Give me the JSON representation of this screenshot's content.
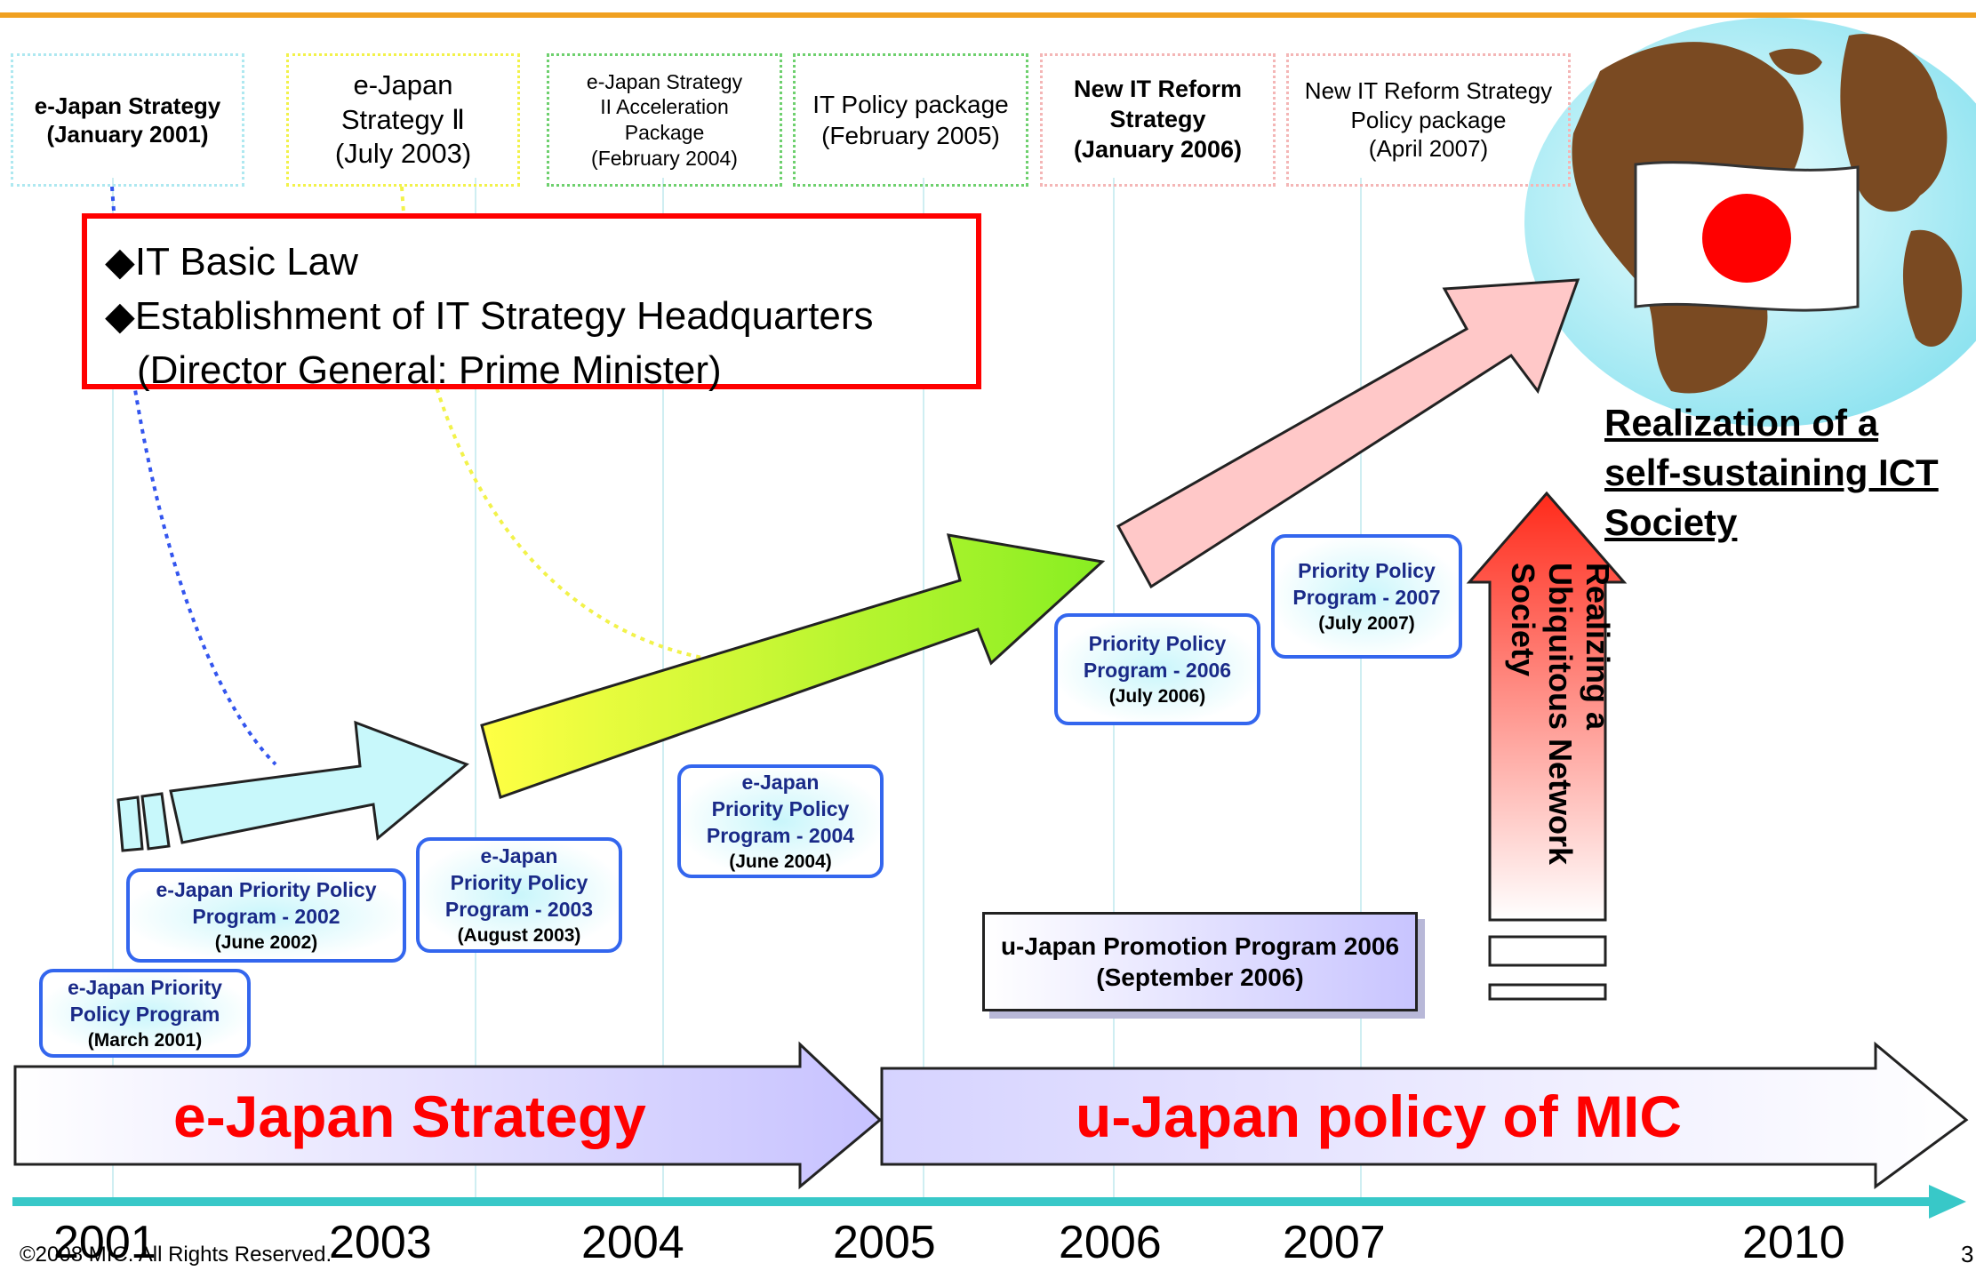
{
  "strategies": [
    {
      "lines": [
        "e-Japan Strategy",
        "(January 2001)"
      ],
      "bold": true
    },
    {
      "lines": [
        "e-Japan",
        "Strategy Ⅱ",
        "(July 2003)"
      ],
      "bold": false
    },
    {
      "lines": [
        "e-Japan Strategy",
        "II Acceleration",
        "Package",
        "(February 2004)"
      ],
      "bold": false
    },
    {
      "lines": [
        "IT Policy package",
        "(February 2005)"
      ],
      "bold": false
    },
    {
      "lines": [
        "New IT Reform",
        "Strategy",
        "(January 2006)"
      ],
      "bold": true
    },
    {
      "lines": [
        "New IT Reform Strategy",
        "Policy package",
        "(April 2007)"
      ],
      "bold": false
    }
  ],
  "colors": {
    "accent_orange": "#f0a020",
    "law_border": "#ff0000",
    "program_border": "#3366ee",
    "band_text": "#ff0000",
    "timeline": "#38c8c8"
  },
  "law_box": {
    "line1": "◆IT Basic Law",
    "line2": "◆Establishment of IT Strategy Headquarters",
    "line3": "(Director General: Prime Minister)"
  },
  "programs": [
    {
      "lines": [
        "e-Japan Priority",
        "Policy Program"
      ],
      "date": "(March 2001)"
    },
    {
      "lines": [
        "e-Japan Priority Policy",
        "Program - 2002"
      ],
      "date": "(June 2002)"
    },
    {
      "lines": [
        "e-Japan",
        "Priority Policy",
        "Program - 2003"
      ],
      "date": "(August 2003)"
    },
    {
      "lines": [
        "e-Japan",
        "Priority Policy",
        "Program - 2004"
      ],
      "date": "(June 2004)"
    },
    {
      "lines": [
        "Priority Policy",
        "Program - 2006"
      ],
      "date": "(July 2006)"
    },
    {
      "lines": [
        "Priority Policy",
        "Program - 2007"
      ],
      "date": "(July 2007)"
    }
  ],
  "u_japan_box": {
    "line1": "u-Japan Promotion Program 2006",
    "line2": "(September 2006)"
  },
  "bands": {
    "left": "e-Japan Strategy",
    "right": "u-Japan policy of MIC"
  },
  "vertical_arrow": {
    "line1": "Realizing a",
    "line2": "Ubiquitous Network",
    "line3": "Society"
  },
  "goal": {
    "line1": "Realization of a",
    "line2": "self-sustaining ICT",
    "line3": "Society"
  },
  "flag_icon": "japan-flag-icon",
  "globe_icon": "globe-icon",
  "years": [
    "2001",
    "2003",
    "2004",
    "2005",
    "2006",
    "2007",
    "2010"
  ],
  "footer": {
    "copyright": "©2008 MIC. All Rights Reserved.",
    "page_number": "3"
  }
}
